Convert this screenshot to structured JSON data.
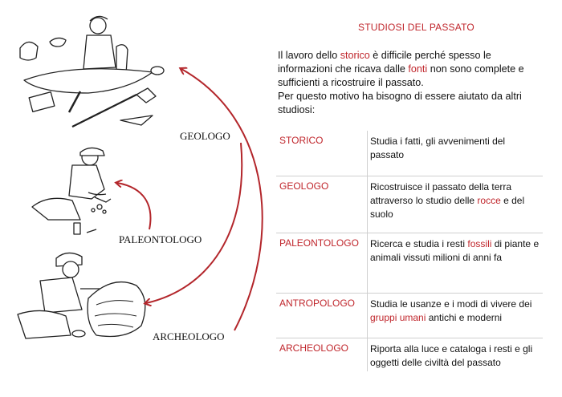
{
  "title": "STUDIOSI DEL PASSATO",
  "intro": {
    "p1_a": "Il lavoro dello ",
    "p1_storico": "storico",
    "p1_b": " è difficile perché spesso le informazioni che ricava dalle ",
    "p1_fonti": "fonti",
    "p1_c": " non sono complete e sufficienti a ricostruire il passato.",
    "p2": "Per questo motivo ha bisogno di essere aiutato da altri studiosi:"
  },
  "labels": {
    "geologo": "GEOLOGO",
    "paleontologo": "PALEONTOLOGO",
    "archeologo": "ARCHEOLOGO"
  },
  "rows": [
    {
      "name": "STORICO",
      "desc_a": "Studia i fatti, gli avvenimenti del passato"
    },
    {
      "name": "GEOLOGO",
      "desc_a": "Ricostruisce il passato della terra attraverso lo studio delle ",
      "desc_red": "rocce",
      "desc_b": " e del suolo"
    },
    {
      "name": "PALEONTOLOGO",
      "desc_a": "Ricerca e studia i resti ",
      "desc_red": "fossili",
      "desc_b": " di piante e animali vissuti milioni di anni fa"
    },
    {
      "name": "ANTROPOLOGO",
      "desc_a": "Studia le usanze e i modi di vivere dei ",
      "desc_red": "gruppi umani",
      "desc_b": " antichi e moderni"
    },
    {
      "name": "ARCHEOLOGO",
      "desc_a": "Riporta alla luce e cataloga i resti e gli oggetti delle civiltà del passato"
    }
  ],
  "colors": {
    "accent": "#c0262c",
    "arrow": "#b3262b",
    "text": "#111111",
    "rule": "#cfcfcf"
  }
}
